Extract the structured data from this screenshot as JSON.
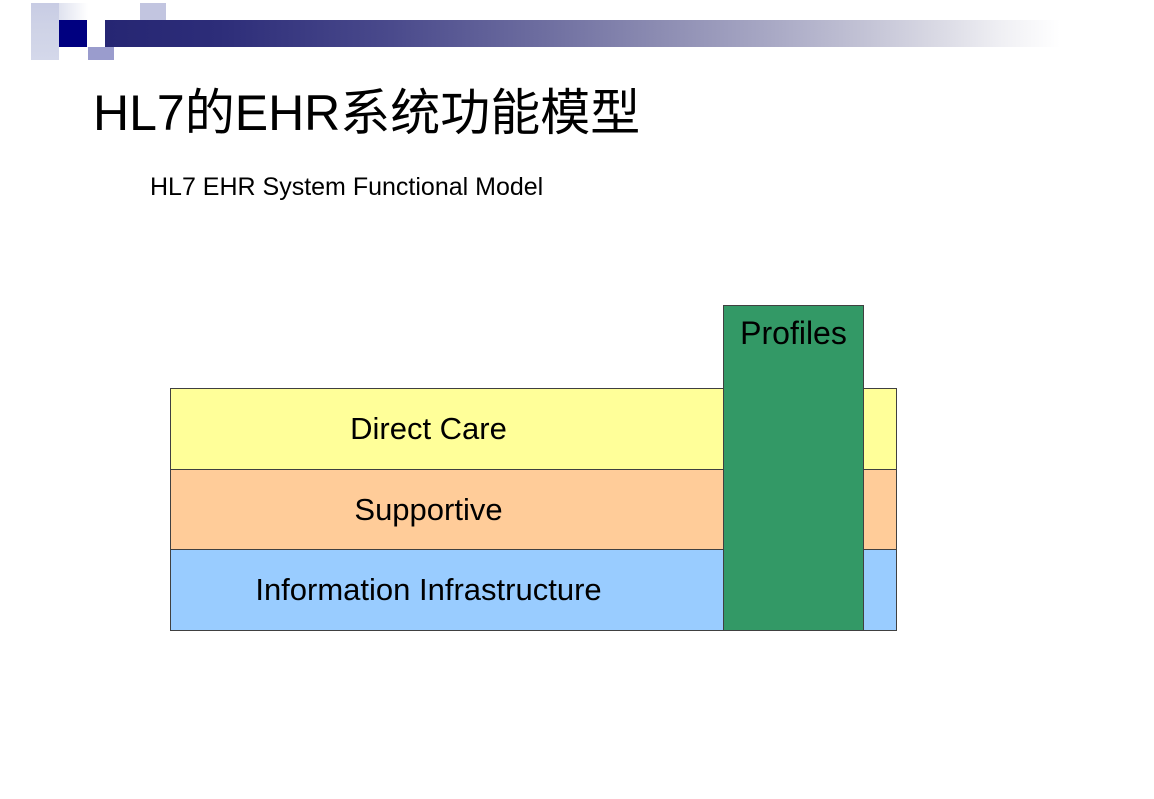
{
  "slide": {
    "title": "HL7的EHR系统功能模型",
    "subtitle": "HL7 EHR System Functional Model"
  },
  "diagram": {
    "type": "layered-block-diagram",
    "profiles": {
      "label": "Profiles",
      "color": "#339966"
    },
    "layers": [
      {
        "label": "Direct Care",
        "color": "#FFFF99"
      },
      {
        "label": "Supportive",
        "color": "#FFCC99"
      },
      {
        "label": "Information Infrastructure",
        "color": "#99CCFF"
      }
    ]
  },
  "decoration": {
    "gradient_start": "#262673",
    "gradient_end": "#FFFFFF",
    "accent_navy": "#000080",
    "accent_lavender": "#9A9CCD"
  }
}
